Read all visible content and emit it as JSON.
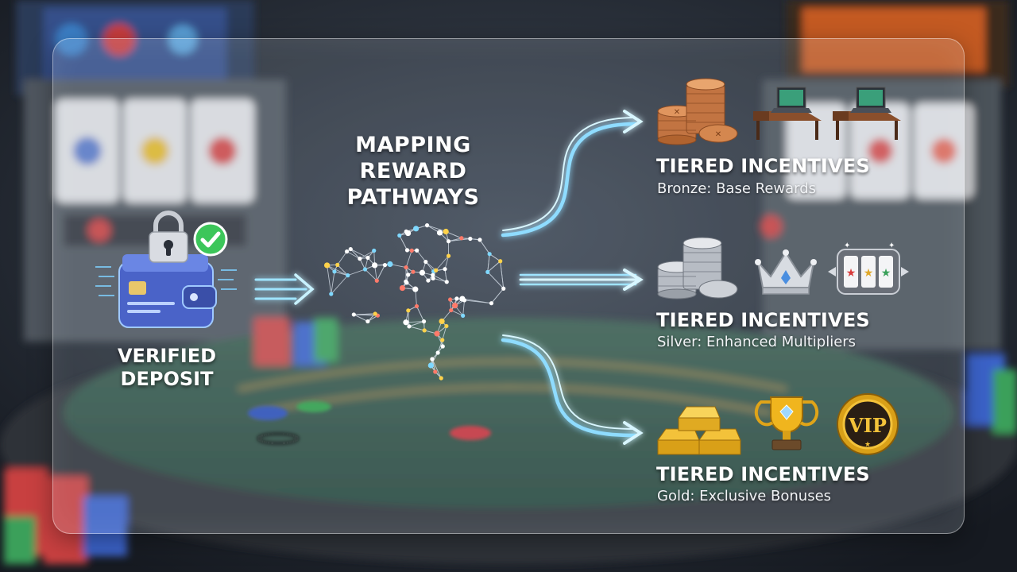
{
  "title_lines": [
    "MAPPING",
    "REWARD",
    "PATHWAYS"
  ],
  "deposit_lines": [
    "VERIFIED",
    "DEPOSIT"
  ],
  "tiers": [
    {
      "heading": "TIERED INCENTIVES",
      "label": "Bronze: Base Rewards"
    },
    {
      "heading": "TIERED INCENTIVES",
      "label": "Silver: Enhanced Multipliers"
    },
    {
      "heading": "TIERED INCENTIVES",
      "label": "Gold: Exclusive Bonuses"
    }
  ],
  "vip_badge": "VIP",
  "icons": [
    "wallet-icon",
    "lock-icon",
    "check-icon",
    "brain-network-icon",
    "bronze-coins-icon",
    "laptop-desk-icon",
    "silver-coins-icon",
    "crown-icon",
    "slot-machine-icon",
    "gold-bars-icon",
    "trophy-icon",
    "vip-badge-icon"
  ],
  "colors": {
    "accent_glow": "#7fd8ff",
    "check_green": "#3cc65a",
    "bronze": "#c77a45",
    "silver": "#c9ced6",
    "gold": "#f0b51e"
  }
}
